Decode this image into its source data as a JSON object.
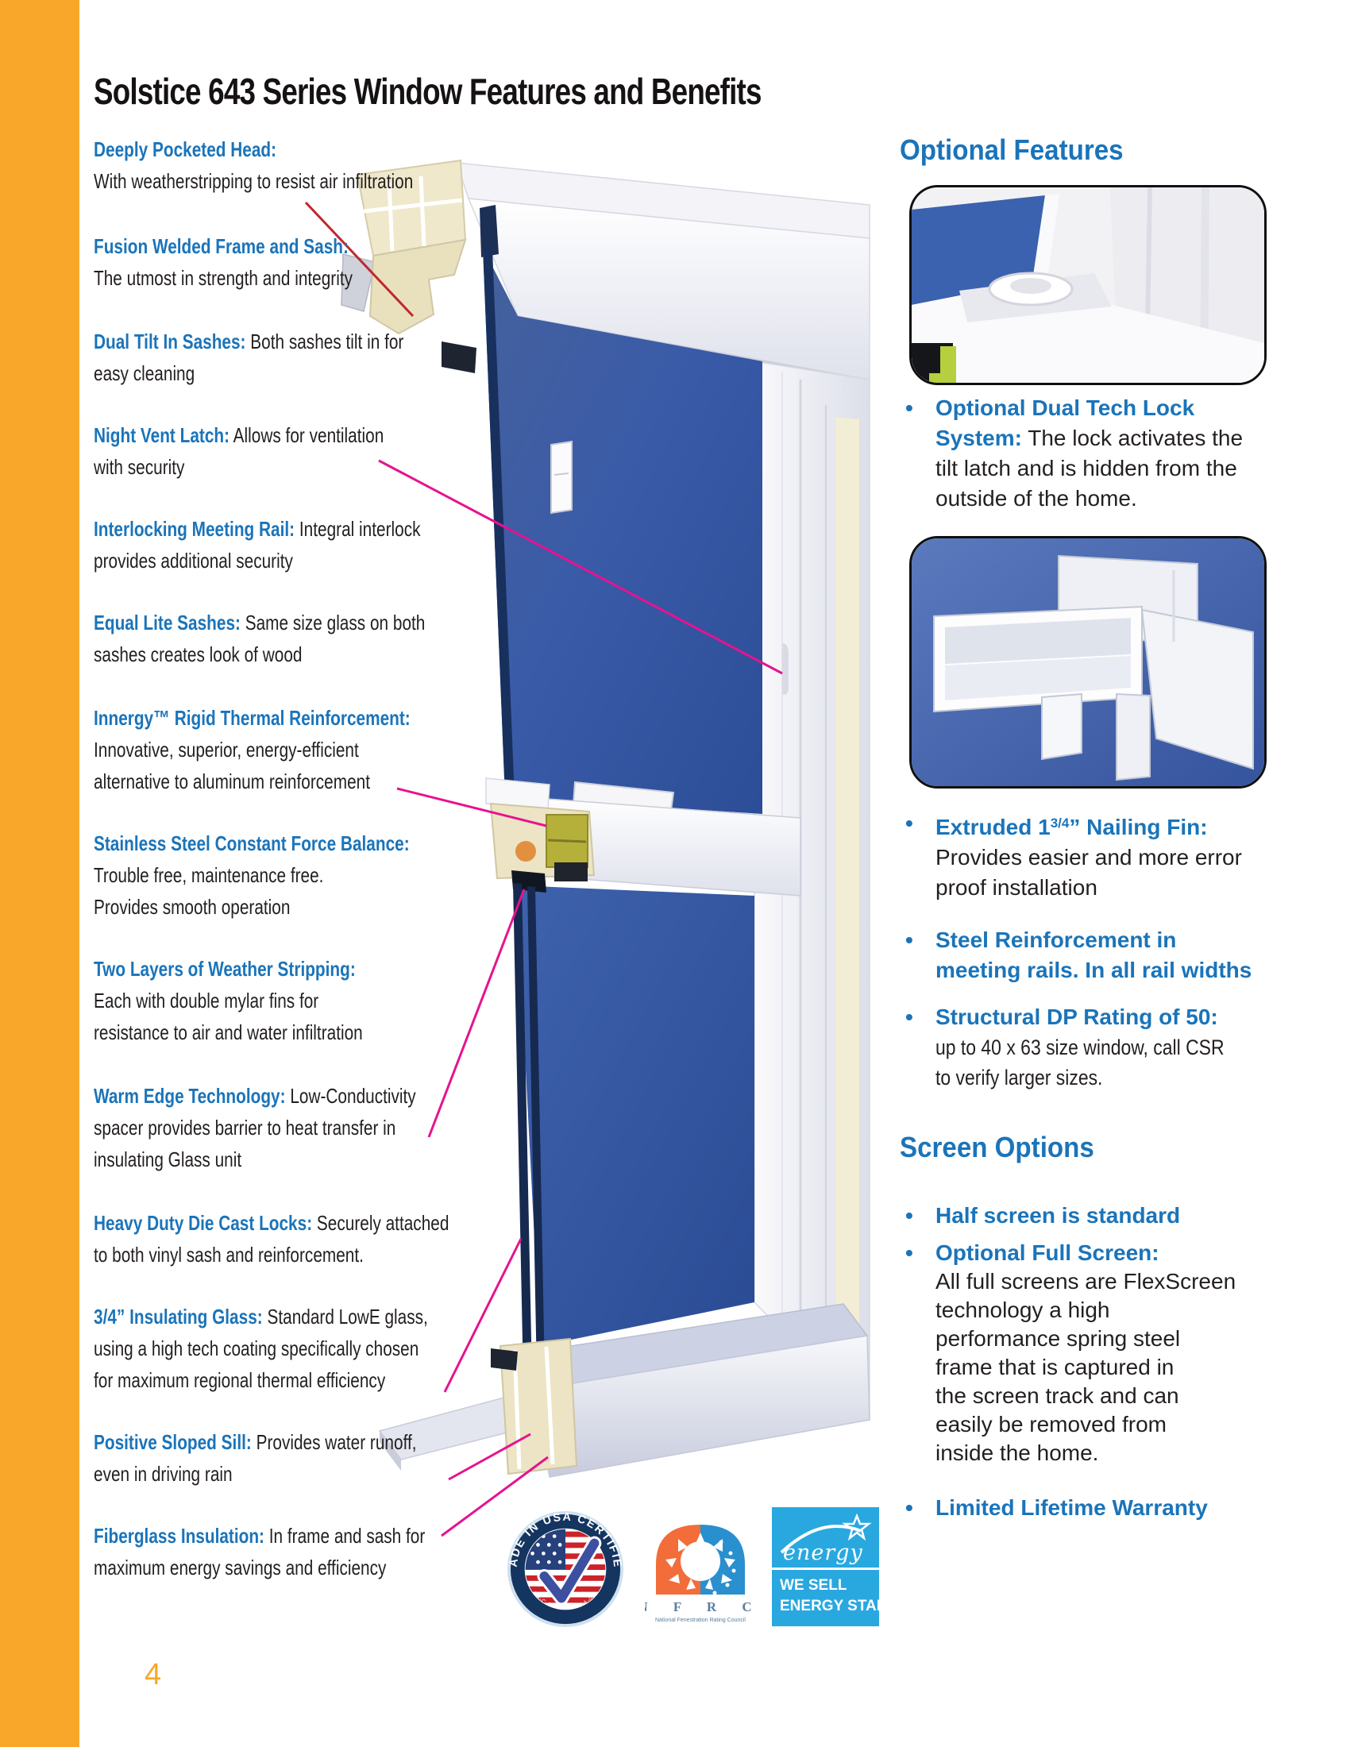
{
  "page": {
    "title": "Solstice 643 Series Window Features and Benefits",
    "page_number": "4"
  },
  "colors": {
    "accent_blue": "#1a74ba",
    "stripe_orange": "#f9a72b",
    "callout_red": "#c0272d",
    "callout_magenta": "#e6138f",
    "glass_blue": "#2f55a4",
    "photo_bg_blue": "#4a69b0",
    "innergy_olive": "#b4b03a",
    "energy_star_blue": "#29a8e0",
    "nfrc_orange": "#f26d3a",
    "nfrc_blue": "#2a8fce",
    "seal_navy": "#14355f",
    "text_black": "#231f20"
  },
  "features": [
    {
      "heading": "Deeply Pocketed Head:",
      "body": "With weatherstripping to resist air infiltration"
    },
    {
      "heading": "Fusion Welded Frame and Sash:",
      "body": "The utmost in strength and integrity"
    },
    {
      "heading": "Dual Tilt In Sashes:",
      "body": "Both sashes tilt in for\neasy cleaning"
    },
    {
      "heading": "Night Vent Latch:",
      "body": "Allows for ventilation\nwith security"
    },
    {
      "heading": "Interlocking Meeting Rail:",
      "body": "Integral interlock\nprovides additional security"
    },
    {
      "heading": "Equal Lite Sashes:",
      "body": "Same size glass on both\nsashes creates look of wood"
    },
    {
      "heading": "Innergy™ Rigid Thermal Reinforcement:",
      "body": "Innovative, superior, energy-efficient\nalternative to aluminum reinforcement"
    },
    {
      "heading": "Stainless Steel Constant Force Balance:",
      "body": "Trouble free, maintenance free.\nProvides smooth operation"
    },
    {
      "heading": "Two Layers of Weather Stripping:",
      "body": "Each with double mylar fins for\nresistance to air and water infiltration"
    },
    {
      "heading": "Warm Edge Technology:",
      "body": "Low-Conductivity\nspacer provides barrier to heat transfer in\ninsulating Glass unit"
    },
    {
      "heading": "Heavy Duty Die Cast Locks:",
      "body": "Securely attached\nto both vinyl sash and reinforcement."
    },
    {
      "heading": "3/4” Insulating Glass:",
      "body": "Standard LowE glass,\nusing a high tech coating specifically chosen\nfor maximum regional thermal efficiency"
    },
    {
      "heading": "Positive Sloped Sill:",
      "body": "Provides water runoff,\neven in driving rain"
    },
    {
      "heading": "Fiberglass Insulation:",
      "body": "In frame and sash for\nmaximum energy savings and efficiency"
    }
  ],
  "optional": {
    "heading": "Optional Features",
    "bullet1": {
      "heading": "Optional Dual Tech Lock\nSystem:",
      "body": "The lock activates the\ntilt latch and is hidden from the\noutside of the home."
    },
    "bullet2": {
      "heading_prefix": "Extruded 1",
      "heading_sup": "3/4",
      "heading_rest": "” Nailing Fin:",
      "body": "Provides easier and more error\nproof installation"
    },
    "bullet3": {
      "heading": "Steel Reinforcement in\nmeeting rails. In all rail widths"
    },
    "bullet4": {
      "heading": "Structural DP Rating of 50:",
      "body": "up to 40 x 63 size window, call CSR\nto verify larger sizes."
    }
  },
  "screen": {
    "heading": "Screen Options",
    "bullet1": "Half screen is standard",
    "bullet2_heading": "Optional Full Screen:",
    "bullet2_body": "All full screens are FlexScreen\ntechnology a high\nperformance spring steel\nframe that is captured in\nthe screen track and can\neasily be removed from\ninside the home.",
    "bullet3": "Limited Lifetime Warranty"
  },
  "logos": {
    "usa_seal": {
      "ring_text": "MADE IN USA CERTIFIED",
      "bottom_text": "USA-C.COM  •  F-MAA-0317"
    },
    "nfrc": {
      "letters": "N F R C",
      "subtext": "National Fenestration Rating Council"
    },
    "energy_star": {
      "script": "energy",
      "line1": "WE SELL",
      "line2": "ENERGY STAR"
    }
  }
}
